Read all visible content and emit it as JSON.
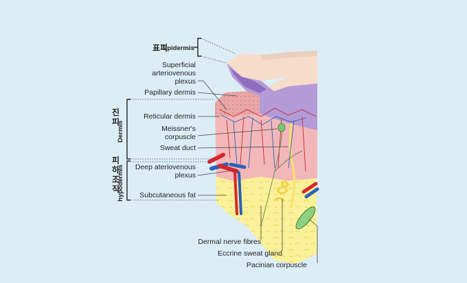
{
  "layers": {
    "epidermis": {
      "korean": "표피",
      "english": "Epidermis"
    },
    "dermis": {
      "korean": "진피",
      "english": "Dermis"
    },
    "hypodermis": {
      "korean": "피하조직",
      "english": "hypodermis"
    }
  },
  "labels": {
    "superficial_plexus": [
      "Superficial",
      "arteriovenous",
      "plexus"
    ],
    "papillary_dermis": "Papillary dermis",
    "reticular_dermis": "Reticular dermis",
    "meissners_corpuscle": [
      "Meissner's",
      "corpuscle"
    ],
    "sweat_duct": "Sweat duct",
    "deep_plexus": [
      "Deep ateriovenous",
      "plexus"
    ],
    "subcutaneous_fat": "Subcutaneous fat",
    "dermal_nerve_fibres": "Dermal nerve fibres",
    "eccrine_sweat_gland": "Eccrine sweat gland",
    "pacinian_corpuscle": "Pacinian corpuscle"
  },
  "colors": {
    "background": "#dcedf5",
    "epidermis_surface": "#f6dccb",
    "basal_layer": "#b49ad6",
    "dermis": "#f3b7b9",
    "hypodermis_fat": "#fbf19a",
    "artery": "#d7262e",
    "vein": "#2a62b8",
    "nerve": "#3e7a3c"
  }
}
